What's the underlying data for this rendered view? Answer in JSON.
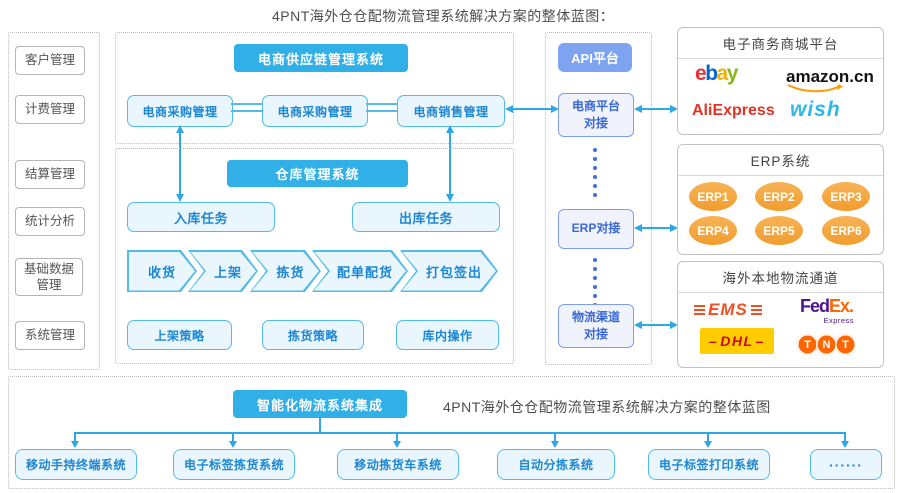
{
  "title": "4PNT海外仓仓配物流管理系统解决方案的整体蓝图：",
  "sidebar": {
    "items": [
      "客户管理",
      "计费管理",
      "结算管理",
      "统计分析",
      "基础数据管理",
      "系统管理"
    ]
  },
  "supply_chain": {
    "header": "电商供应链管理系统",
    "boxes": [
      "电商采购管理",
      "电商采购管理",
      "电商销售管理"
    ]
  },
  "warehouse": {
    "header": "仓库管理系统",
    "inbound_task": "入库任务",
    "outbound_task": "出库任务",
    "flow": [
      "收货",
      "上架",
      "拣货",
      "配单配货",
      "打包签出"
    ],
    "strategies": [
      "上架策略",
      "拣货策略",
      "库内操作"
    ]
  },
  "api_platform": {
    "header": "API平台",
    "nodes": [
      "电商平台对接",
      "ERP对接",
      "物流渠道对接"
    ]
  },
  "ecommerce_panel": {
    "title": "电子商务商城平台",
    "ebay_letters": [
      "e",
      "b",
      "a",
      "y"
    ],
    "amazon": "amazon.cn",
    "aliexpress": "AliExpress",
    "wish": "wish"
  },
  "erp_panel": {
    "title": "ERP系统",
    "items": [
      "ERP1",
      "ERP2",
      "ERP3",
      "ERP4",
      "ERP5",
      "ERP6"
    ]
  },
  "logistics_panel": {
    "title": "海外本地物流通道",
    "ems": "EMS",
    "fedex": {
      "fed": "Fed",
      "ex": "Ex",
      "dot": ".",
      "sub": "Express"
    },
    "dhl": "DHL",
    "tnt_letters": [
      "T",
      "N",
      "T"
    ]
  },
  "integration": {
    "header": "智能化物流系统集成",
    "caption": "4PNT海外仓仓配物流管理系统解决方案的整体蓝图",
    "systems": [
      "移动手持终端系统",
      "电子标签拣货系统",
      "移动拣货车系统",
      "自动分拣系统",
      "电子标签打印系统",
      "······"
    ]
  },
  "colors": {
    "primary_blue": "#31b0e7",
    "box_border_blue": "#54bbe8",
    "box_fill": "#e9f6fd",
    "box_text_blue": "#1d87d3",
    "api_purple": "#7da3f1",
    "api_text": "#3a68d8",
    "arrow_blue": "#2ea7e6",
    "erp_orange": "#f19d2d",
    "ebay": [
      "#e53238",
      "#0064d2",
      "#f5af02",
      "#86b817"
    ],
    "amazon_black": "#141414",
    "amazon_smile": "#ff9900",
    "aliexpress_red": "#e43225",
    "wish_blue": "#2fb7ec",
    "ems_orange": "#f04e23",
    "fedex_purple": "#4d148c",
    "fedex_orange": "#ff6600",
    "dhl_yellow": "#ffcc00",
    "dhl_red": "#d40511",
    "tnt_orange": "#ff6600"
  }
}
